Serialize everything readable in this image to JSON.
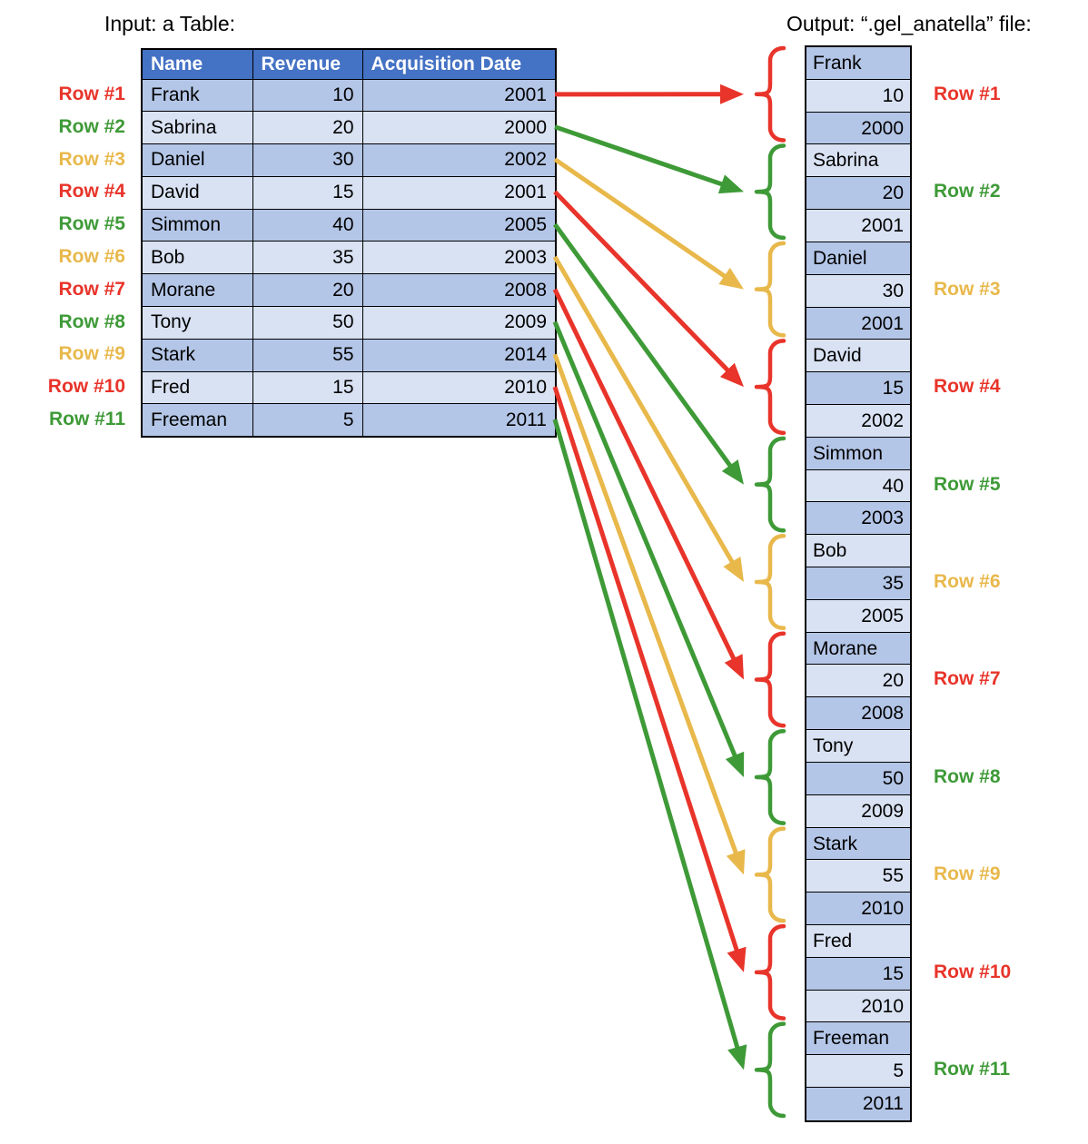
{
  "headings": {
    "input": "Input: a Table:",
    "output": "Output: “.gel_anatella” file:"
  },
  "colors": {
    "red": "#E8342A",
    "green": "#3E9A37",
    "amber": "#E8B84B",
    "header_blue": "#4472C4",
    "cell_dark": "#B4C6E7",
    "cell_light": "#D9E2F3",
    "border": "#000000"
  },
  "input_table": {
    "columns": [
      "Name",
      "Revenue",
      "Acquisition Date"
    ],
    "rows": [
      {
        "label": "Row #1",
        "color": "red",
        "name": "Frank",
        "revenue": "10",
        "date": "2001"
      },
      {
        "label": "Row #2",
        "color": "green",
        "name": "Sabrina",
        "revenue": "20",
        "date": "2000"
      },
      {
        "label": "Row #3",
        "color": "amber",
        "name": "Daniel",
        "revenue": "30",
        "date": "2002"
      },
      {
        "label": "Row #4",
        "color": "red",
        "name": "David",
        "revenue": "15",
        "date": "2001"
      },
      {
        "label": "Row #5",
        "color": "green",
        "name": "Simmon",
        "revenue": "40",
        "date": "2005"
      },
      {
        "label": "Row #6",
        "color": "amber",
        "name": "Bob",
        "revenue": "35",
        "date": "2003"
      },
      {
        "label": "Row #7",
        "color": "red",
        "name": "Morane",
        "revenue": "20",
        "date": "2008"
      },
      {
        "label": "Row #8",
        "color": "green",
        "name": "Tony",
        "revenue": "50",
        "date": "2009"
      },
      {
        "label": "Row #9",
        "color": "amber",
        "name": "Stark",
        "revenue": "55",
        "date": "2014"
      },
      {
        "label": "Row #10",
        "color": "red",
        "name": "Fred",
        "revenue": "15",
        "date": "2010"
      },
      {
        "label": "Row #11",
        "color": "green",
        "name": "Freeman",
        "revenue": "5",
        "date": "2011"
      }
    ]
  },
  "output_file": {
    "groups": [
      {
        "label": "Row #1",
        "color": "red",
        "cells": [
          "Frank",
          "10",
          "2000"
        ]
      },
      {
        "label": "Row #2",
        "color": "green",
        "cells": [
          "Sabrina",
          "20",
          "2001"
        ]
      },
      {
        "label": "Row #3",
        "color": "amber",
        "cells": [
          "Daniel",
          "30",
          "2001"
        ]
      },
      {
        "label": "Row #4",
        "color": "red",
        "cells": [
          "David",
          "15",
          "2002"
        ]
      },
      {
        "label": "Row #5",
        "color": "green",
        "cells": [
          "Simmon",
          "40",
          "2003"
        ]
      },
      {
        "label": "Row #6",
        "color": "amber",
        "cells": [
          "Bob",
          "35",
          "2005"
        ]
      },
      {
        "label": "Row #7",
        "color": "red",
        "cells": [
          "Morane",
          "20",
          "2008"
        ]
      },
      {
        "label": "Row #8",
        "color": "green",
        "cells": [
          "Tony",
          "50",
          "2009"
        ]
      },
      {
        "label": "Row #9",
        "color": "amber",
        "cells": [
          "Stark",
          "55",
          "2010"
        ]
      },
      {
        "label": "Row #10",
        "color": "red",
        "cells": [
          "Fred",
          "15",
          "2010"
        ]
      },
      {
        "label": "Row #11",
        "color": "green",
        "cells": [
          "Freeman",
          "5",
          "2011"
        ]
      }
    ]
  },
  "connectors": [
    {
      "index": 1,
      "color": "red"
    },
    {
      "index": 2,
      "color": "green"
    },
    {
      "index": 3,
      "color": "amber"
    },
    {
      "index": 4,
      "color": "red"
    },
    {
      "index": 5,
      "color": "green"
    },
    {
      "index": 6,
      "color": "amber"
    },
    {
      "index": 7,
      "color": "red"
    },
    {
      "index": 8,
      "color": "green"
    },
    {
      "index": 9,
      "color": "amber"
    },
    {
      "index": 10,
      "color": "red"
    },
    {
      "index": 11,
      "color": "green"
    }
  ]
}
